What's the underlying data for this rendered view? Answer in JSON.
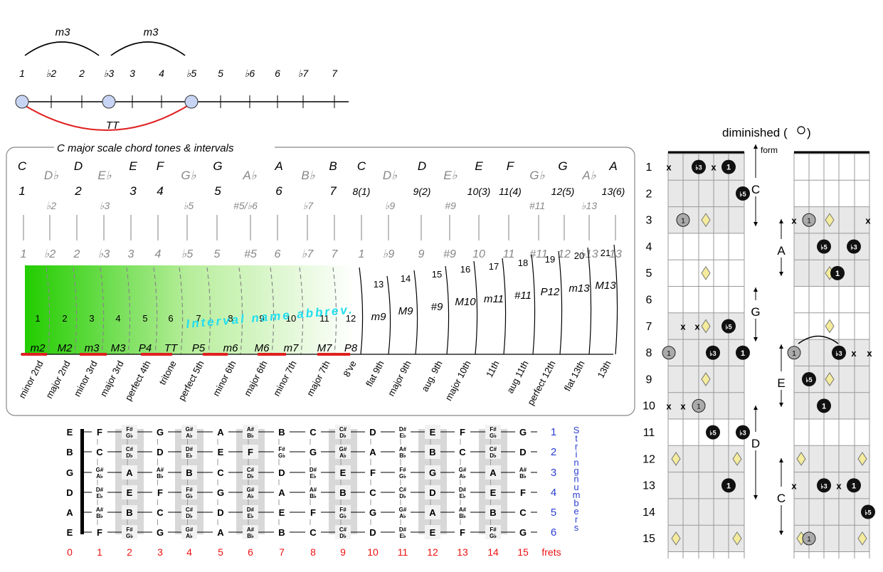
{
  "top": {
    "arc_labels": [
      "m3",
      "m3"
    ],
    "tt_label": "TT",
    "degrees": [
      "1",
      "♭2",
      "2",
      "♭3",
      "3",
      "4",
      "♭5",
      "5",
      "♭6",
      "6",
      "♭7",
      "7"
    ]
  },
  "panel": {
    "title": "C major scale chord tones & intervals",
    "notes": [
      "C",
      "D♭",
      "D",
      "E♭",
      "E",
      "F",
      "G♭",
      "G",
      "A♭",
      "A",
      "B♭",
      "B",
      "C",
      "D♭",
      "D",
      "E♭",
      "E",
      "F",
      "G♭",
      "G",
      "A♭",
      "A"
    ],
    "chord_tones": [
      "1",
      "♭2",
      "2",
      "♭3",
      "3",
      "4",
      "♭5",
      "5",
      "#5/♭6",
      "6",
      "♭7",
      "7",
      "8(1)",
      "♭9",
      "9(2)",
      "#9",
      "10(3)",
      "11(4)",
      "#11",
      "12(5)",
      "♭13",
      "13(6)"
    ],
    "degree_row": [
      "1",
      "♭2",
      "2",
      "♭3",
      "3",
      "4",
      "♭5",
      "5",
      "#5",
      "6",
      "♭7",
      "7",
      "1",
      "♭9",
      "9",
      "#9",
      "10",
      "11",
      "#11",
      "12",
      "♭13",
      "13"
    ],
    "semitones": [
      "1",
      "2",
      "3",
      "4",
      "5",
      "6",
      "7",
      "8",
      "9",
      "10",
      "11",
      "12",
      "13",
      "14",
      "15",
      "16",
      "17",
      "18",
      "19",
      "20",
      "21"
    ],
    "abbrevs": [
      "m2",
      "M2",
      "m3",
      "M3",
      "P4",
      "TT",
      "P5",
      "m6",
      "M6",
      "m7",
      "M7",
      "P8",
      "m9",
      "M9",
      "#9",
      "M10",
      "m11",
      "#11",
      "P12",
      "m13",
      "M13"
    ],
    "names": [
      "minor 2nd",
      "major 2nd",
      "minor 3rd",
      "major 3rd",
      "perfect 4th",
      "tritone",
      "perfect 5th",
      "minor 6th",
      "major 6th",
      "minor 7th",
      "major 7th",
      "8've",
      "flat 9th",
      "major 9th",
      "aug. 9th",
      "major 10th",
      "11th",
      "aug 11th",
      "perfect 12th",
      "flat 13th",
      "13th"
    ],
    "overlay_text": "Interval name abbrev."
  },
  "fretboard": {
    "open_strings": [
      "E",
      "B",
      "G",
      "D",
      "A",
      "E"
    ],
    "rows": [
      [
        "F",
        "F#/G♭",
        "G",
        "G#/A♭",
        "A",
        "A#/B♭",
        "B",
        "C",
        "C#/D♭",
        "D",
        "D#/E♭",
        "E",
        "F",
        "F#/G♭",
        "G"
      ],
      [
        "C",
        "C#/D♭",
        "D",
        "D#/E♭",
        "E",
        "F",
        "F#/G♭",
        "G",
        "G#/A♭",
        "A",
        "A#/B♭",
        "B",
        "C",
        "C#/D♭",
        "D"
      ],
      [
        "G#/A♭",
        "A",
        "A#/B♭",
        "B",
        "C",
        "C#/D♭",
        "D",
        "D#/E♭",
        "E",
        "F",
        "F#/G♭",
        "G",
        "G#/A♭",
        "A",
        "A#/B♭"
      ],
      [
        "D#/E♭",
        "E",
        "F",
        "F#/G♭",
        "G",
        "G#/A♭",
        "A",
        "A#/B♭",
        "B",
        "C",
        "C#/D♭",
        "D",
        "D#/E♭",
        "E",
        "F"
      ],
      [
        "A#/B♭",
        "B",
        "C",
        "C#/D♭",
        "D",
        "D#/E♭",
        "E",
        "F",
        "F#/G♭",
        "G",
        "G#/A♭",
        "A",
        "A#/B♭",
        "B",
        "C"
      ],
      [
        "F",
        "F#/G♭",
        "G",
        "G#/A♭",
        "A",
        "A#/B♭",
        "B",
        "C",
        "C#/D♭",
        "D",
        "D#/E♭",
        "E",
        "F",
        "F#/G♭",
        "G"
      ]
    ],
    "string_numbers": [
      "1",
      "2",
      "3",
      "4",
      "5",
      "6"
    ],
    "vertical_label": "String numbers",
    "fret_numbers": [
      "0",
      "1",
      "2",
      "3",
      "4",
      "5",
      "6",
      "7",
      "8",
      "9",
      "10",
      "11",
      "12",
      "13",
      "14",
      "15"
    ],
    "frets_label": "frets"
  },
  "diminished": {
    "title": "diminished (",
    "title_close": ")",
    "form_label": "form",
    "fret_labels": [
      "1",
      "2",
      "3",
      "4",
      "5",
      "6",
      "7",
      "8",
      "9",
      "10",
      "11",
      "12",
      "13",
      "14",
      "15"
    ],
    "forms": [
      "C",
      "A",
      "G",
      "E",
      "D",
      "C"
    ],
    "root_label": "1",
    "b3_label": "♭3",
    "b5_label": "♭5",
    "x_label": "x",
    "colors": {
      "green": "#22cc00",
      "red": "#e02020",
      "blue": "#2a3fd0",
      "cyan": "#22ddee",
      "fret_red": "#ee1111"
    }
  }
}
